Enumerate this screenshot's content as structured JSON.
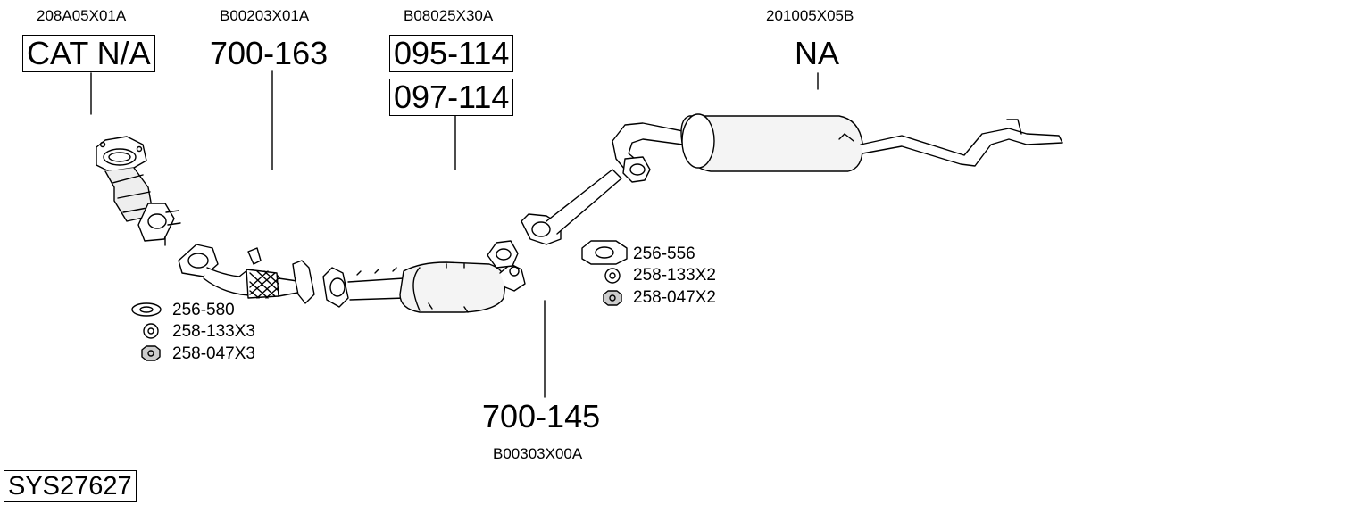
{
  "title_code": "SYS27627",
  "parts": [
    {
      "ref": "208A05X01A",
      "number": "CAT N/A",
      "boxed": true
    },
    {
      "ref": "B00203X01A",
      "number": "700-163",
      "boxed": false
    },
    {
      "ref": "B08025X30A",
      "number": "095-114",
      "alt_number": "097-114",
      "boxed": true
    },
    {
      "ref": "201005X05B",
      "number": "NA",
      "boxed": false
    },
    {
      "ref": "B00303X00A",
      "number": "700-145",
      "boxed": false
    }
  ],
  "hardware_groups": [
    {
      "items": [
        "256-580",
        "258-133X3",
        "258-047X3"
      ]
    },
    {
      "items": [
        "256-556",
        "258-133X2",
        "258-047X2"
      ]
    }
  ]
}
